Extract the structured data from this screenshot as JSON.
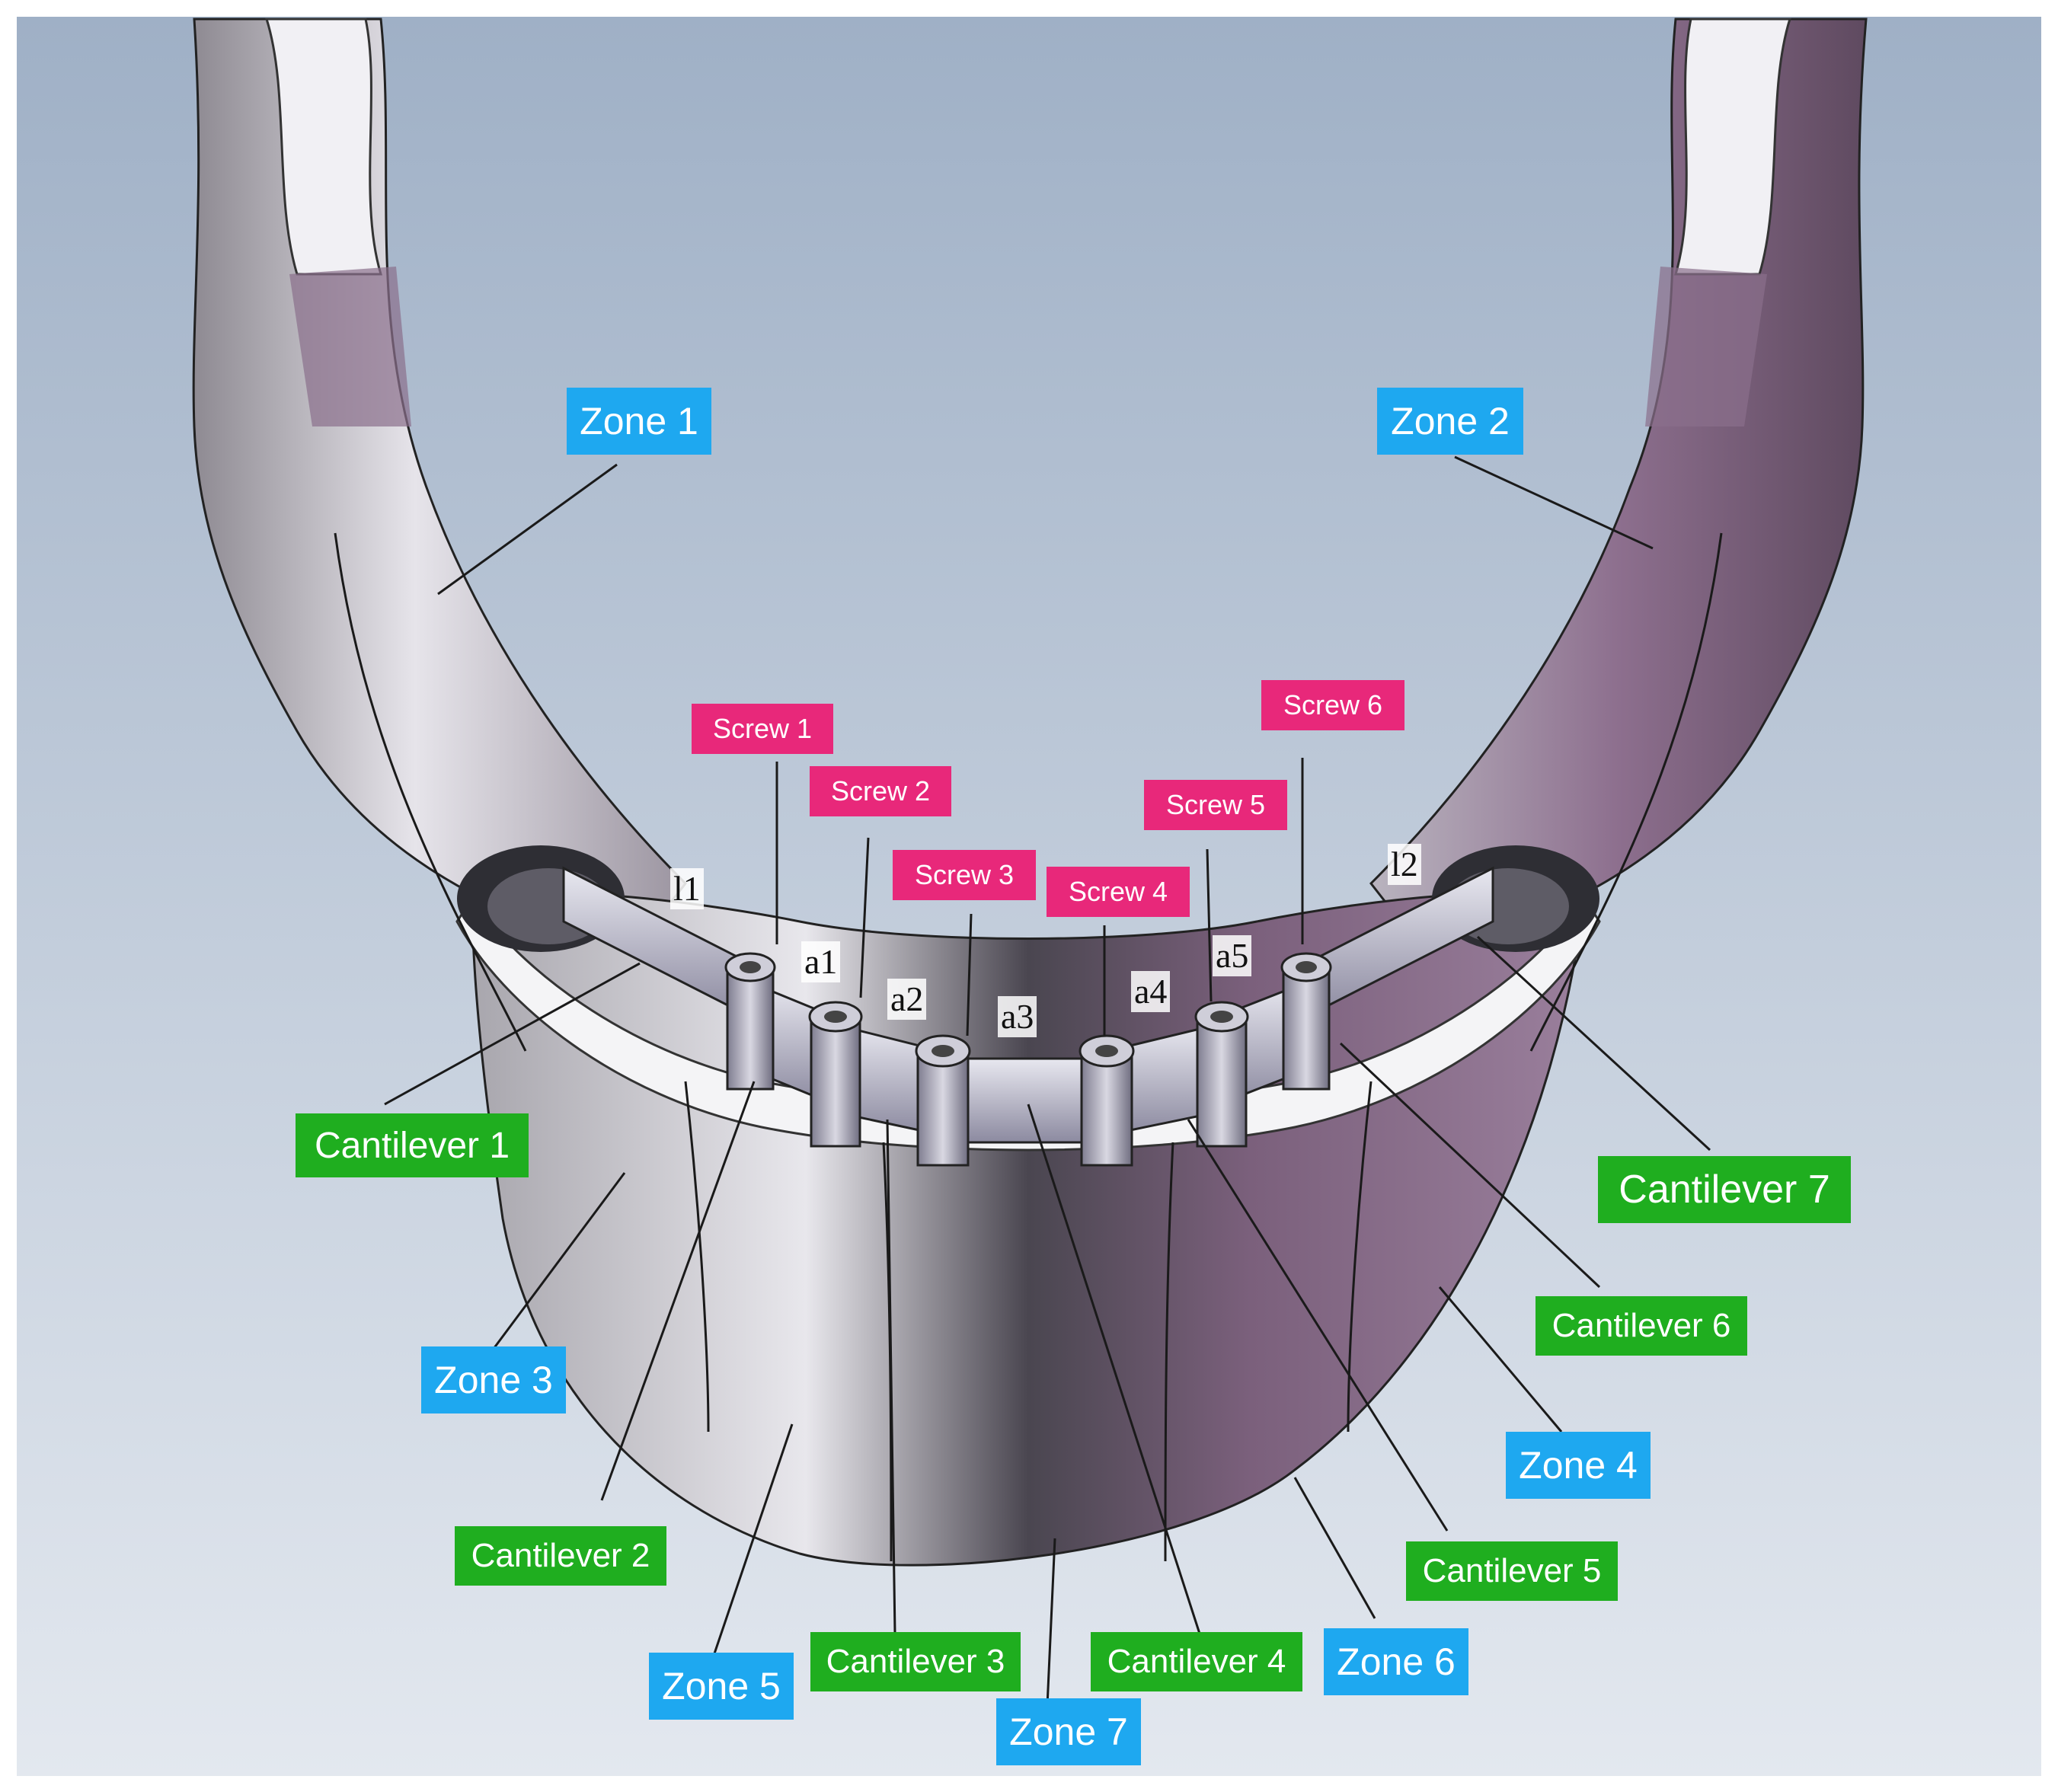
{
  "zones": {
    "zone1": "Zone 1",
    "zone2": "Zone 2",
    "zone3": "Zone 3",
    "zone4": "Zone 4",
    "zone5": "Zone 5",
    "zone6": "Zone 6",
    "zone7": "Zone 7"
  },
  "cantilevers": {
    "c1": "Cantilever 1",
    "c2": "Cantilever 2",
    "c3": "Cantilever 3",
    "c4": "Cantilever 4",
    "c5": "Cantilever 5",
    "c6": "Cantilever 6",
    "c7": "Cantilever 7"
  },
  "screws": {
    "s1": "Screw 1",
    "s2": "Screw 2",
    "s3": "Screw 3",
    "s4": "Screw 4",
    "s5": "Screw 5",
    "s6": "Screw 6"
  },
  "dimensions": {
    "l1": "l1",
    "l2": "l2",
    "a1": "a1",
    "a2": "a2",
    "a3": "a3",
    "a4": "a4",
    "a5": "a5"
  },
  "colors": {
    "zone_label": "#1ea8f0",
    "cantilever_label": "#1fae1f",
    "screw_label": "#e8287a",
    "background_top": "#9fb0c6",
    "background_bottom": "#d9e0ea",
    "bone_light": "#d4d2d8",
    "bone_dark": "#6e5a6e"
  }
}
